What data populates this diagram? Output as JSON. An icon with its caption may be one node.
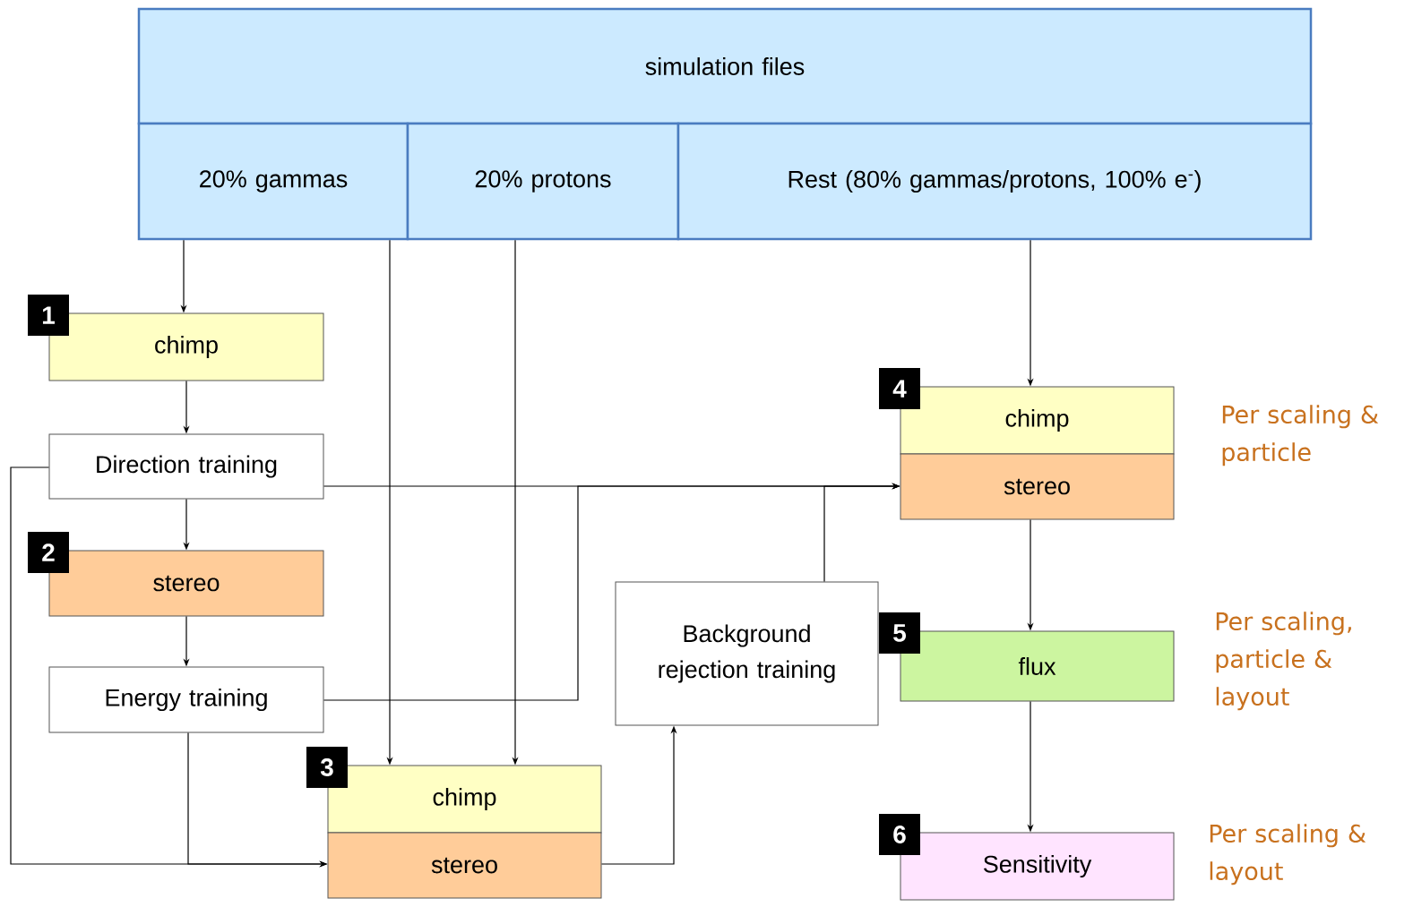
{
  "diagram": {
    "nodes": [
      {
        "text": [
          "simulation files"
        ]
      },
      {
        "text": [
          "20% gammas"
        ]
      },
      {
        "text": [
          "20% protons"
        ]
      },
      {
        "text": [
          "Rest (80% gammas/protons, 100% e$^{-}$)"
        ]
      },
      {
        "text": [
          "chimp"
        ],
        "beside": [
          "1"
        ]
      },
      {
        "text": [
          "Direction training"
        ]
      },
      {
        "text": [
          "stereo"
        ],
        "beside": [
          "2"
        ]
      },
      {
        "text": [
          "Energy training"
        ]
      },
      {
        "text": [
          "chimp"
        ],
        "beside": [
          "3"
        ]
      },
      {
        "text": [
          "stereo"
        ]
      },
      {
        "text": [
          "Background rejection training"
        ]
      },
      {
        "text": [
          "chimp"
        ],
        "beside": [
          "4",
          "Per scaling & particle"
        ]
      },
      {
        "text": [
          "stereo"
        ]
      },
      {
        "text": [
          "flux"
        ],
        "beside": [
          "5",
          "Per scaling, particle & layout"
        ]
      },
      {
        "text": [
          "Sensitivity"
        ],
        "beside": [
          "6",
          "Per scaling & layout"
        ]
      }
    ],
    "edges": [
      {
        "from": 1,
        "to": 4,
        "arrow": "to"
      },
      {
        "from": 4,
        "to": 5,
        "arrow": "to"
      },
      {
        "from": 5,
        "to": 6,
        "arrow": "to"
      },
      {
        "from": 6,
        "to": 7,
        "arrow": "to"
      },
      {
        "from": 1,
        "to": 8,
        "arrow": "to"
      },
      {
        "from": 2,
        "to": 8,
        "arrow": "to"
      },
      {
        "from": 3,
        "to": 11,
        "arrow": "to"
      },
      {
        "from": 5,
        "to": 12,
        "arrow": "to"
      },
      {
        "from": 7,
        "to": 12,
        "arrow": "to"
      },
      {
        "from": 10,
        "to": 12,
        "arrow": "to"
      },
      {
        "from": 5,
        "to": 9,
        "arrow": "to"
      },
      {
        "from": 7,
        "to": 9,
        "arrow": "to"
      },
      {
        "from": 9,
        "to": 10,
        "arrow": "to"
      },
      {
        "from": 12,
        "to": 13,
        "arrow": "to"
      },
      {
        "from": 13,
        "to": 14,
        "arrow": "to"
      }
    ]
  }
}
